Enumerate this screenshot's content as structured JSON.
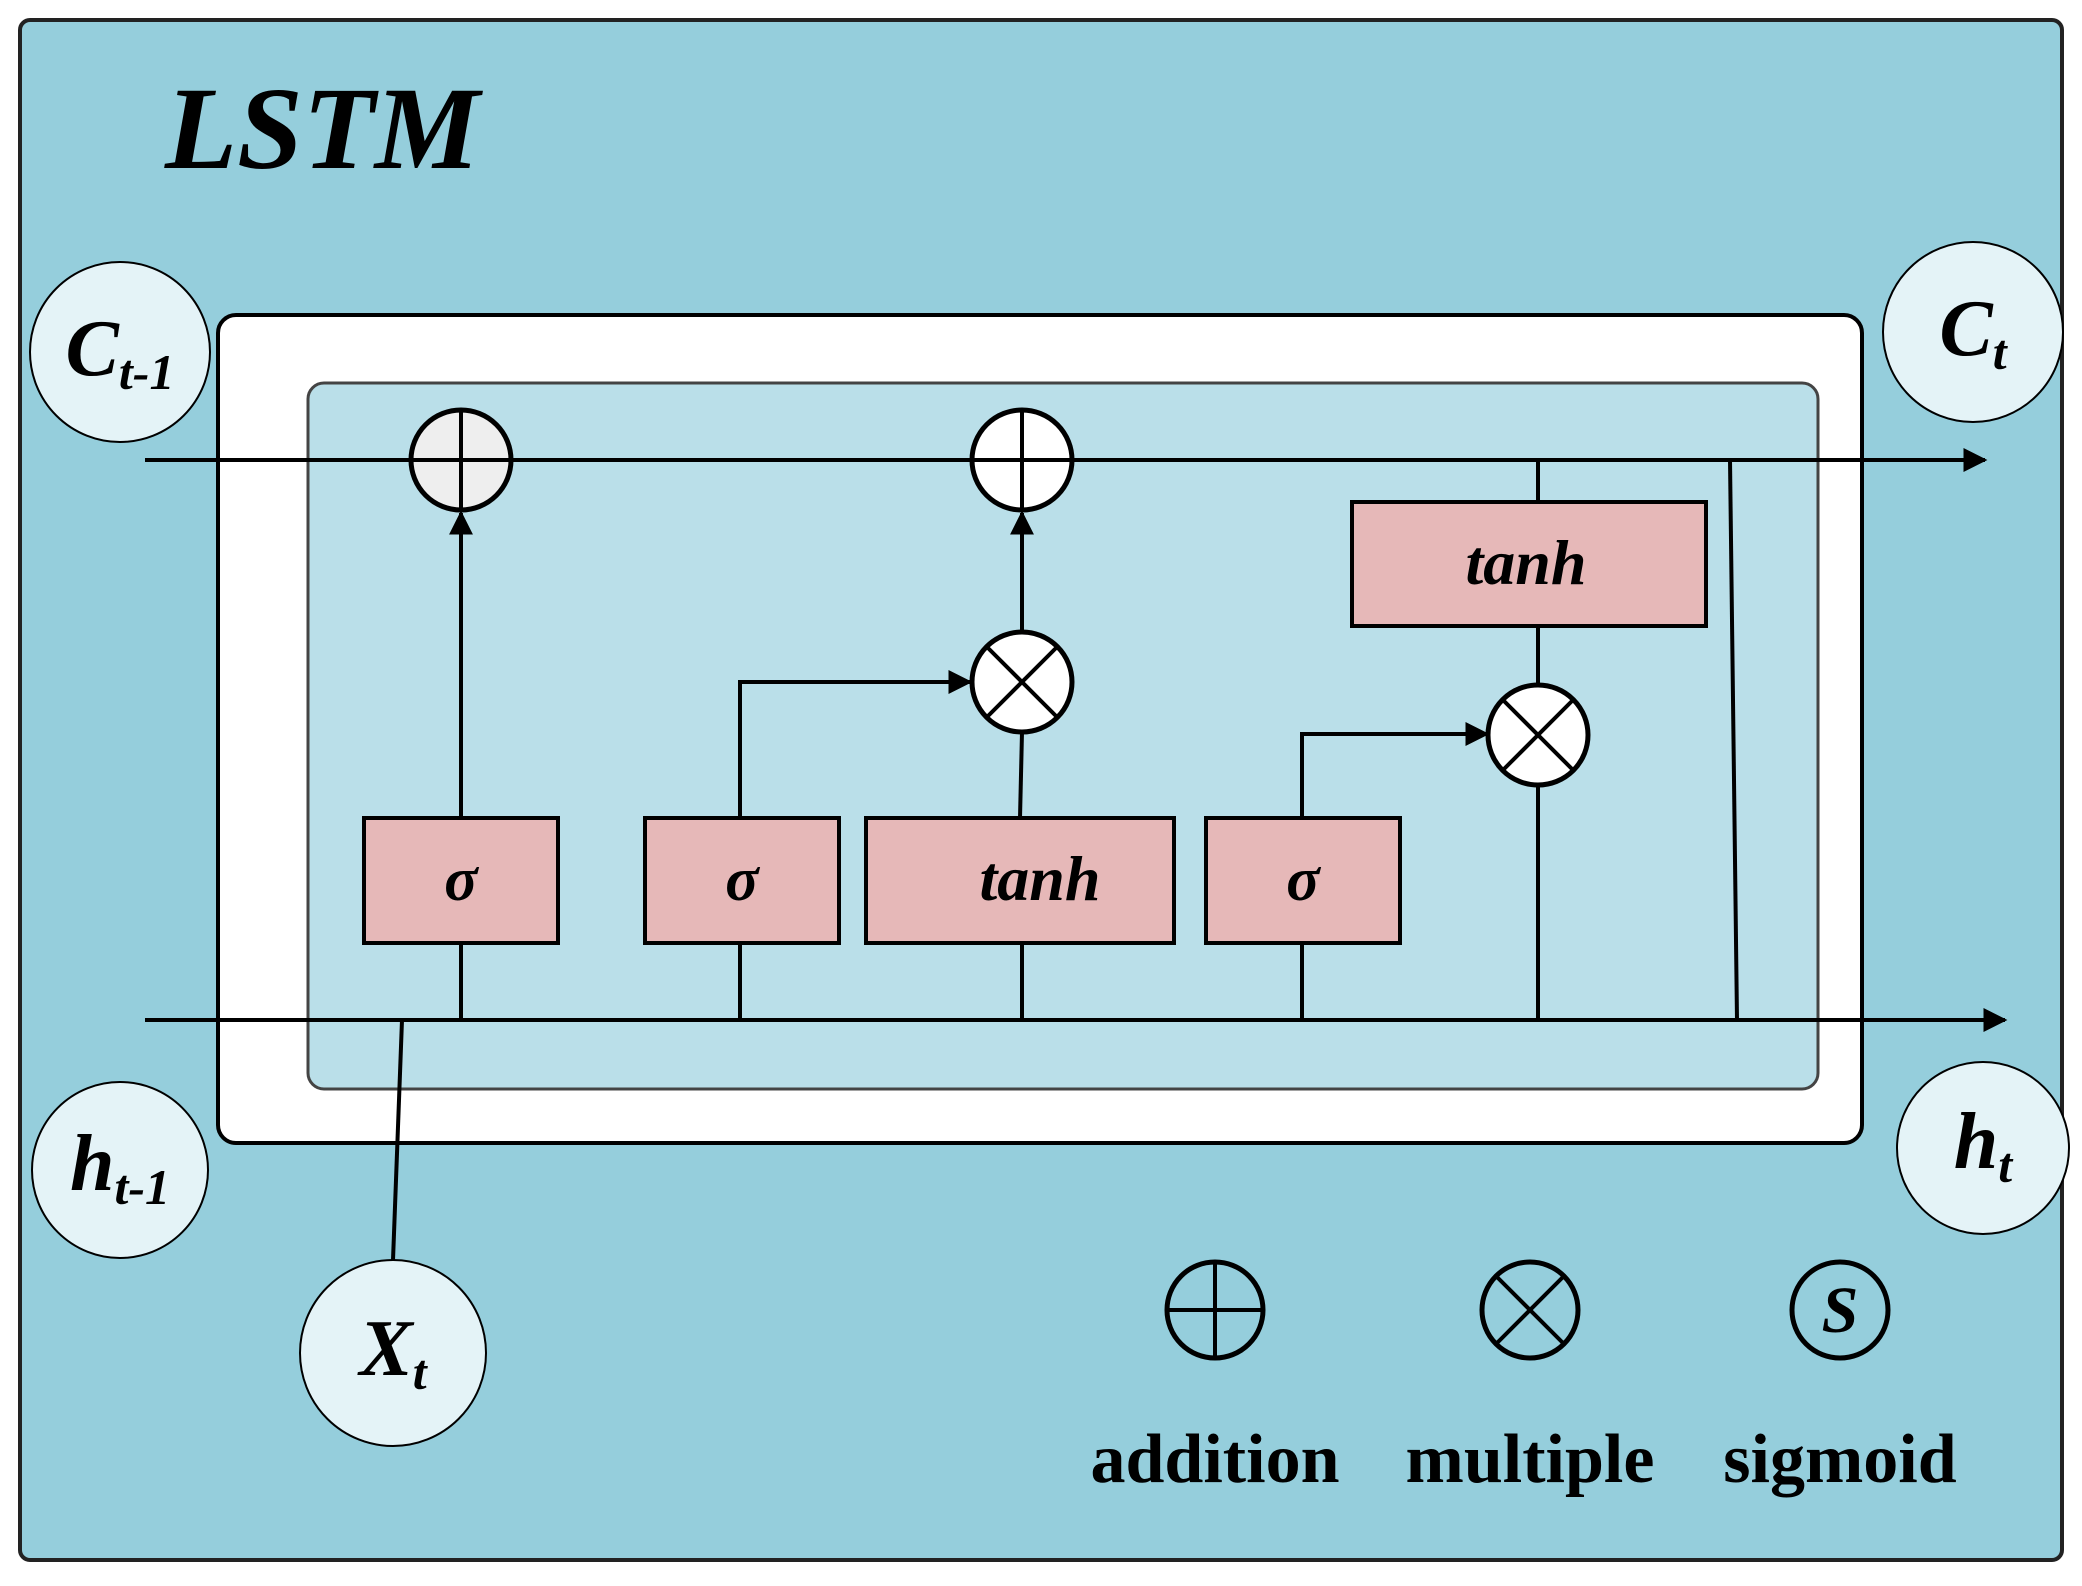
{
  "title": "LSTM",
  "colors": {
    "outer_bg": "#95cedc",
    "inner_bg": "#badfe9",
    "gate_fill": "#e6b8b8",
    "node_fill": "#e4f3f7",
    "op_fill": "#ffffff",
    "op_fill_first": "#eeeeee"
  },
  "ports": {
    "c_prev": {
      "base": "C",
      "sub": "t-1"
    },
    "c_next": {
      "base": "C",
      "sub": "t"
    },
    "h_prev": {
      "base": "h",
      "sub": "t-1"
    },
    "h_next": {
      "base": "h",
      "sub": "t"
    },
    "x_in": {
      "base": "X",
      "sub": "t"
    }
  },
  "gates": {
    "forget": "σ",
    "input": "σ",
    "candidate": "tanh",
    "output": "σ",
    "cell_activation": "tanh"
  },
  "operators": {
    "forget_add": "addition-op",
    "cell_add": "addition-op",
    "input_mult": "multiply-op",
    "output_mult": "multiply-op"
  },
  "legend": {
    "addition": "addition",
    "multiple": "multiple",
    "sigmoid": "sigmoid",
    "sigmoid_symbol": "S"
  }
}
